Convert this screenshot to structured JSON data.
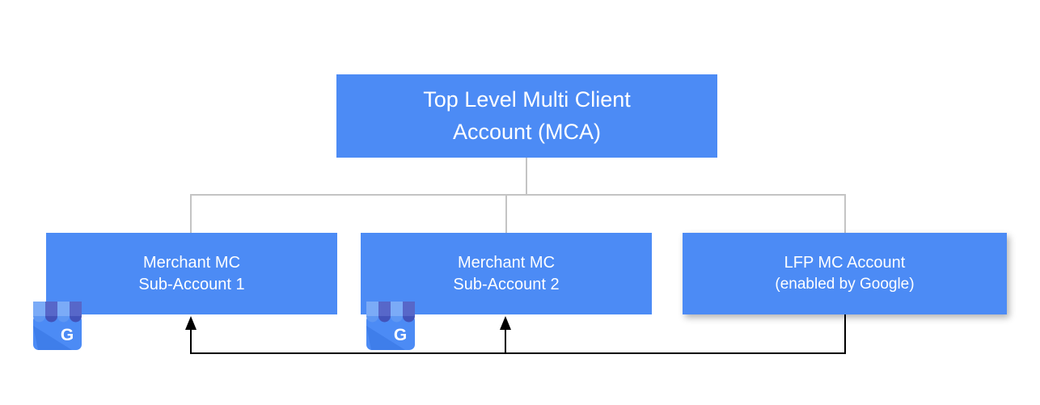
{
  "diagram": {
    "colors": {
      "box_blue": "#4C8BF5",
      "connector_gray": "#C4C4C4",
      "arrow_black": "#000000",
      "text_white": "#FFFFFF"
    },
    "root": {
      "line1": "Top Level Multi Client",
      "line2": "Account (MCA)"
    },
    "nodes": [
      {
        "line1": "Merchant MC",
        "line2": "Sub-Account 1",
        "icon": "google-business-storefront"
      },
      {
        "line1": "Merchant MC",
        "line2": "Sub-Account 2",
        "icon": "google-business-storefront"
      },
      {
        "line1": "LFP MC Account",
        "line2": "(enabled by Google)"
      }
    ],
    "icon": {
      "letter": "G"
    }
  }
}
